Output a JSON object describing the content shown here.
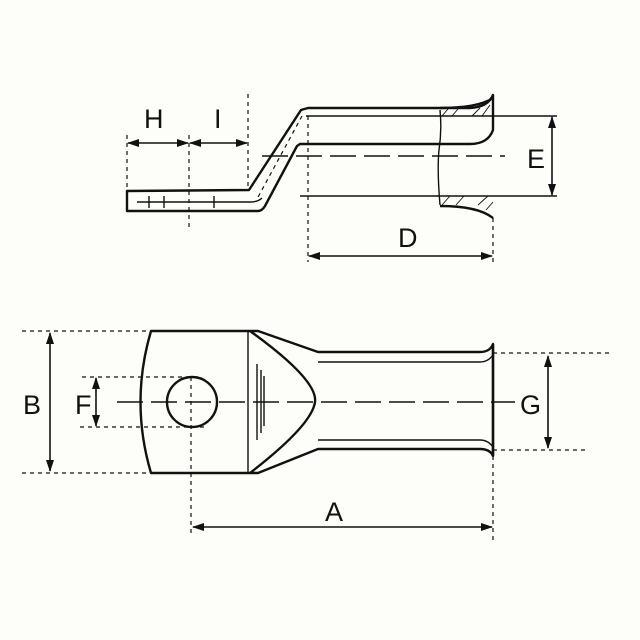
{
  "drawing": {
    "subject": "cable lug dimensional drawing",
    "views": [
      "side view",
      "top view"
    ],
    "background": "#fdfdf9",
    "line_color": "#111111"
  },
  "labels": {
    "A": "A",
    "B": "B",
    "D": "D",
    "E": "E",
    "F": "F",
    "G": "G",
    "H": "H",
    "I": "I"
  }
}
